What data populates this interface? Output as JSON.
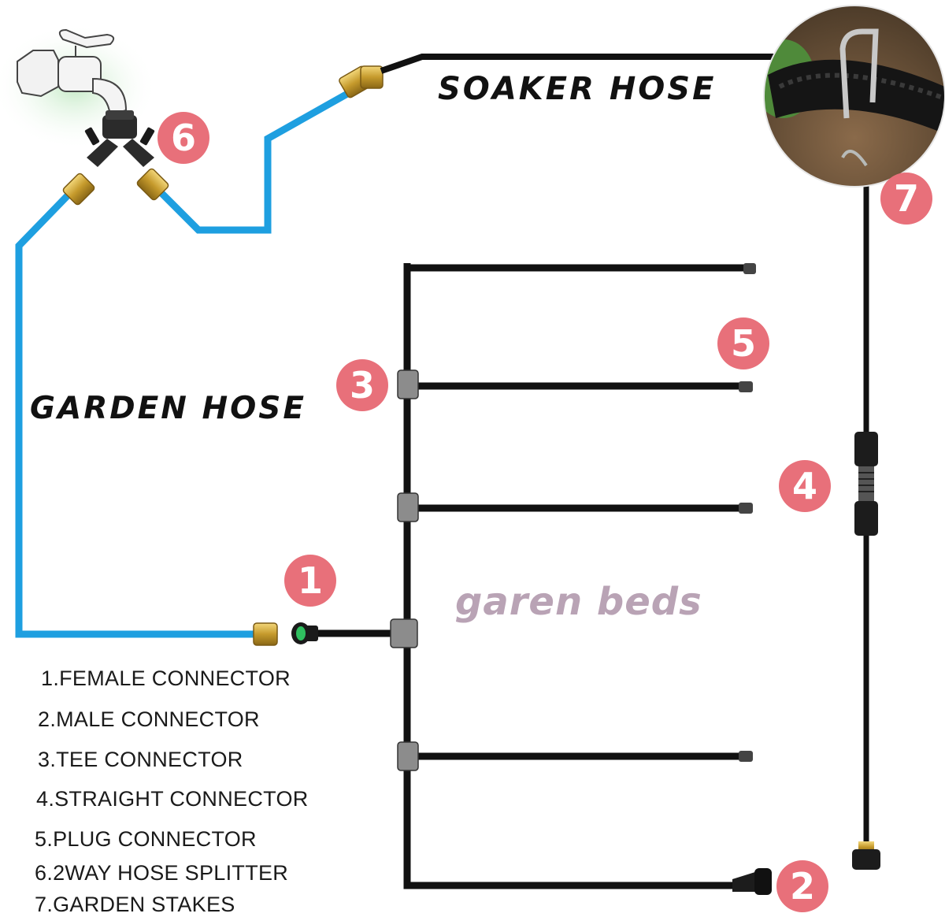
{
  "labels": {
    "soaker_hose": "SOAKER HOSE",
    "garden_hose": "GARDEN HOSE",
    "garden_beds": "garen beds"
  },
  "badges": [
    "1",
    "2",
    "3",
    "4",
    "5",
    "6",
    "7"
  ],
  "legend": [
    "1.FEMALE CONNECTOR",
    "2.MALE CONNECTOR",
    "3.TEE CONNECTOR",
    "4.STRAIGHT CONNECTOR",
    "5.PLUG CONNECTOR",
    "6.2WAY HOSE SPLITTER",
    "7.GARDEN STAKES"
  ],
  "colors": {
    "garden_hose": "#1e9fe0",
    "soaker_hose": "#111111",
    "brass_fitting": "#c9a236",
    "badge": "#e8707a",
    "beds_text": "#b9a3b5",
    "female_connector_accent": "#2fbf5f"
  },
  "icons": [
    "faucet-icon",
    "splitter-icon",
    "garden-stake-photo"
  ]
}
